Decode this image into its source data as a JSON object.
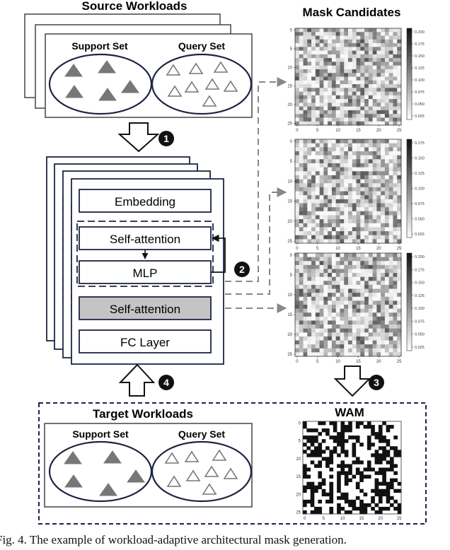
{
  "source": {
    "title": "Source Workloads",
    "support_label": "Support Set",
    "query_label": "Query Set"
  },
  "mask_candidates": {
    "title": "Mask Candidates",
    "x_ticks": [
      "0",
      "5",
      "10",
      "15",
      "20",
      "25"
    ],
    "y_ticks": [
      "0",
      "5",
      "10",
      "15",
      "20",
      "25"
    ],
    "colorbars": [
      [
        "0.200",
        "0.175",
        "0.150",
        "0.125",
        "0.100",
        "0.075",
        "0.050",
        "0.025"
      ],
      [
        "0.175",
        "0.150",
        "0.125",
        "0.100",
        "0.075",
        "0.050",
        "0.025"
      ],
      [
        "0.200",
        "0.175",
        "0.150",
        "0.125",
        "0.100",
        "0.075",
        "0.050",
        "0.025"
      ]
    ]
  },
  "model": {
    "embedding": "Embedding",
    "self_attention_1": "Self-attention",
    "mlp": "MLP",
    "self_attention_2": "Self-attention",
    "fc": "FC Layer"
  },
  "steps": [
    "1",
    "2",
    "3",
    "4"
  ],
  "target": {
    "title": "Target Workloads",
    "support_label": "Support Set",
    "query_label": "Query Set"
  },
  "wam": {
    "title": "WAM"
  },
  "caption": "Fig. 4.  The example of workload-adaptive architectural mask generation."
}
